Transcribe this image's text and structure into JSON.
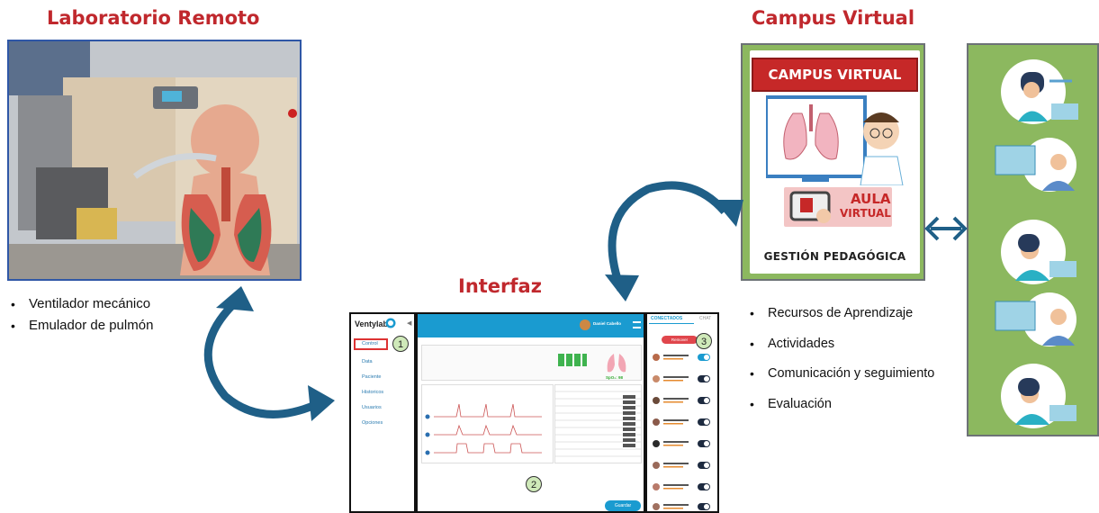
{
  "titles": {
    "lab": "Laboratorio Remoto",
    "campus": "Campus Virtual",
    "interfaz": "Interfaz"
  },
  "lab_bullets": [
    "Ventilador mecánico",
    "Emulador de pulmón"
  ],
  "campus_bullets": [
    "Recursos de Aprendizaje",
    "Actividades",
    "Comunicación y seguimiento",
    "Evaluación"
  ],
  "campus_card": {
    "header": "CAMPUS VIRTUAL",
    "aula_line1": "AULA",
    "aula_line2": "VIRTUAL",
    "footer": "GESTIÓN PEDAGÓGICA"
  },
  "ui": {
    "logo": "Ventylab",
    "nav": [
      "Control",
      "Data",
      "Paciente",
      "Historicos",
      "Usuarios",
      "Opciones"
    ],
    "markers": [
      "1",
      "2",
      "3"
    ],
    "user_name": "Daniel Cabello",
    "tabs": [
      "CONECTADOS",
      "CHAT"
    ],
    "remove_button": "Remover",
    "save_button": "Guardar",
    "spo2": "SpO₂: 98"
  },
  "colors": {
    "title_red": "#c0282d",
    "arrow_blue": "#1f5f87",
    "panel_green": "#8cb85f",
    "ui_teal": "#1a9bd0",
    "campus_red": "#c62828"
  }
}
